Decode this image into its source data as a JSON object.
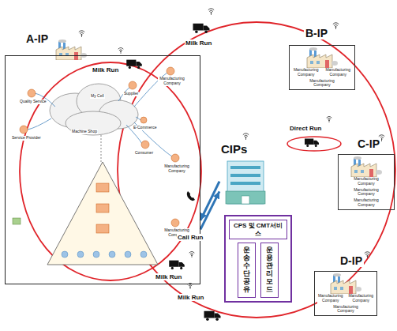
{
  "diagram": {
    "nodes": [
      {
        "text": [
          "A-IP"
        ]
      },
      {
        "text": [
          "B-IP",
          "Manufacturing Company",
          "Manufacturing Company",
          "Manufacturing Company"
        ]
      },
      {
        "text": [
          "C-IP",
          "Manufacturing Company",
          "Manufacturing Company",
          "Manufacturing Company"
        ]
      },
      {
        "text": [
          "D-IP",
          "Manufacturing Company",
          "Manufacturing Company",
          "Manufacturing Company"
        ]
      },
      {
        "text": [
          "CIPs"
        ]
      },
      {
        "text": [
          "CPS 및 CMT서비스"
        ]
      },
      {
        "text": [
          "운송수단 공유"
        ],
        "in": 5
      },
      {
        "text": [
          "운용관리 모드"
        ],
        "in": 5
      }
    ],
    "edges": [
      {
        "from": 4,
        "to": 0,
        "arrow": "to",
        "label": "Call Run"
      },
      {
        "from": 0,
        "to": 4,
        "arrow": "to"
      }
    ],
    "labels": [
      "Milk Run",
      "Milk Run",
      "Milk Run",
      "Milk Run",
      "Direct Run",
      "Quality Service",
      "Supplier",
      "Service Provider",
      "E-Commerce",
      "Consumer",
      "Machine Shop",
      "My Cell",
      "Manufacturing Company",
      "Manufacturing Company",
      "Manufacturing Company"
    ]
  }
}
